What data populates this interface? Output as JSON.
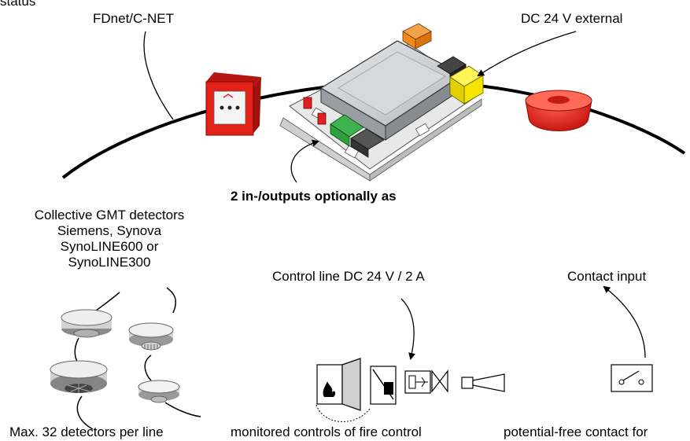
{
  "labels": {
    "top_cut": "status",
    "network": "FDnet/C-NET",
    "power": "DC 24 V external",
    "io": "2 in-/outputs optionally as",
    "gmt_line1": "Collective GMT detectors",
    "gmt_line2": "Siemens, Synova",
    "gmt_line3": "SynoLINE600 or",
    "gmt_line4": "SynoLINE300",
    "control_line": "Control line DC 24 V / 2 A",
    "contact_input": "Contact input",
    "max_detectors": "Max. 32 detectors per line",
    "monitored": "monitored controls of fire control",
    "potential_free": "potential-free contact for"
  },
  "colors": {
    "call_point": "#e32119",
    "sounder": "#e0201a",
    "connector_orange": "#f08a1e",
    "connector_yellow": "#f5e400",
    "connector_green": "#2e9e3e",
    "connector_red": "#e02020"
  }
}
